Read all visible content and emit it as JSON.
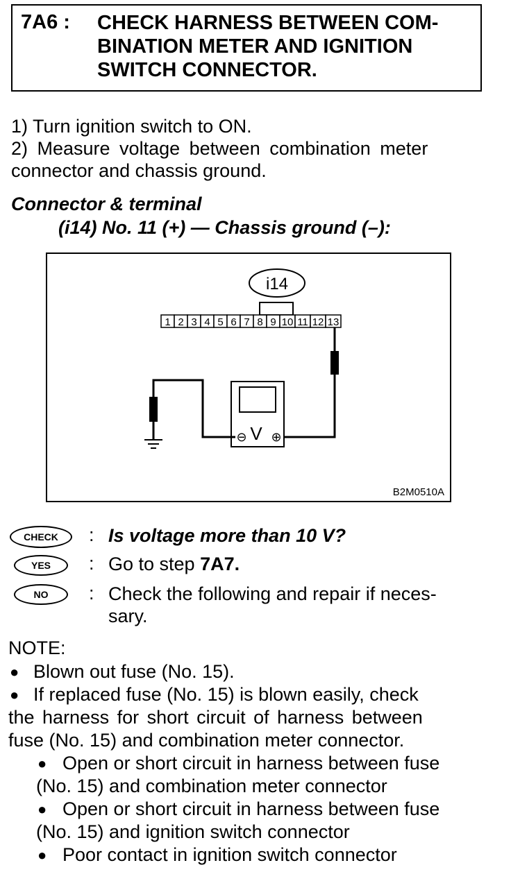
{
  "header": {
    "step": "7A6 :",
    "title_lines": [
      "CHECK HARNESS BETWEEN COM-",
      "BINATION METER AND IGNITION",
      "SWITCH CONNECTOR."
    ]
  },
  "instructions": [
    "1)  Turn ignition switch to ON.",
    "2)  Measure voltage between combination meter",
    "connector and chassis ground."
  ],
  "connector_heading": "Connector & terminal",
  "connector_detail": "(i14) No. 11 (+) — Chassis ground (–):",
  "figure": {
    "connector_label": "i14",
    "pins": [
      "1",
      "2",
      "3",
      "4",
      "5",
      "6",
      "7",
      "8",
      "9",
      "10",
      "11",
      "12",
      "13"
    ],
    "meter_symbol": "V",
    "minus_symbol": "⊖",
    "plus_symbol": "⊕",
    "code": "B2M0510A"
  },
  "check": {
    "badge": "CHECK",
    "text": "Is voltage more than 10 V?"
  },
  "yes": {
    "badge": "YES",
    "text": "Go to step ",
    "step": "7A7."
  },
  "no": {
    "badge": "NO",
    "text_lines": [
      "Check the following and repair if neces-",
      "sary."
    ]
  },
  "note": {
    "heading": "NOTE:",
    "items": [
      "Blown out fuse (No. 15).",
      "If replaced fuse (No. 15) is blown easily, check",
      "the harness for short circuit of harness between",
      "fuse (No. 15) and combination meter connector."
    ],
    "subitems": [
      "Open or short circuit in harness between fuse",
      "(No. 15) and combination meter connector",
      "Open or short circuit in harness between fuse",
      "(No. 15) and ignition switch connector",
      "Poor contact in ignition switch connector"
    ]
  }
}
